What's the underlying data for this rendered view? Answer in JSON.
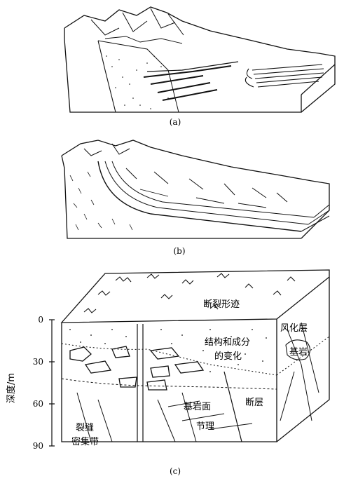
{
  "captions": {
    "a": "(a)",
    "b": "(b)",
    "c": "(c)"
  },
  "panel_c": {
    "axis_title": "深度/m",
    "depth_ticks": [
      "0",
      "30",
      "60",
      "90"
    ],
    "labels": {
      "fracture_traces": "断裂形迹",
      "weathered_layer": "风化层",
      "bedrock_inset": "基岩",
      "structure_line1": "结构和成分",
      "structure_line2": "的变化",
      "bedrock_surface": "基岩面",
      "fault": "断层",
      "joint": "节理",
      "fracture_zone_line1": "裂缝",
      "fracture_zone_line2": "密集带"
    }
  }
}
